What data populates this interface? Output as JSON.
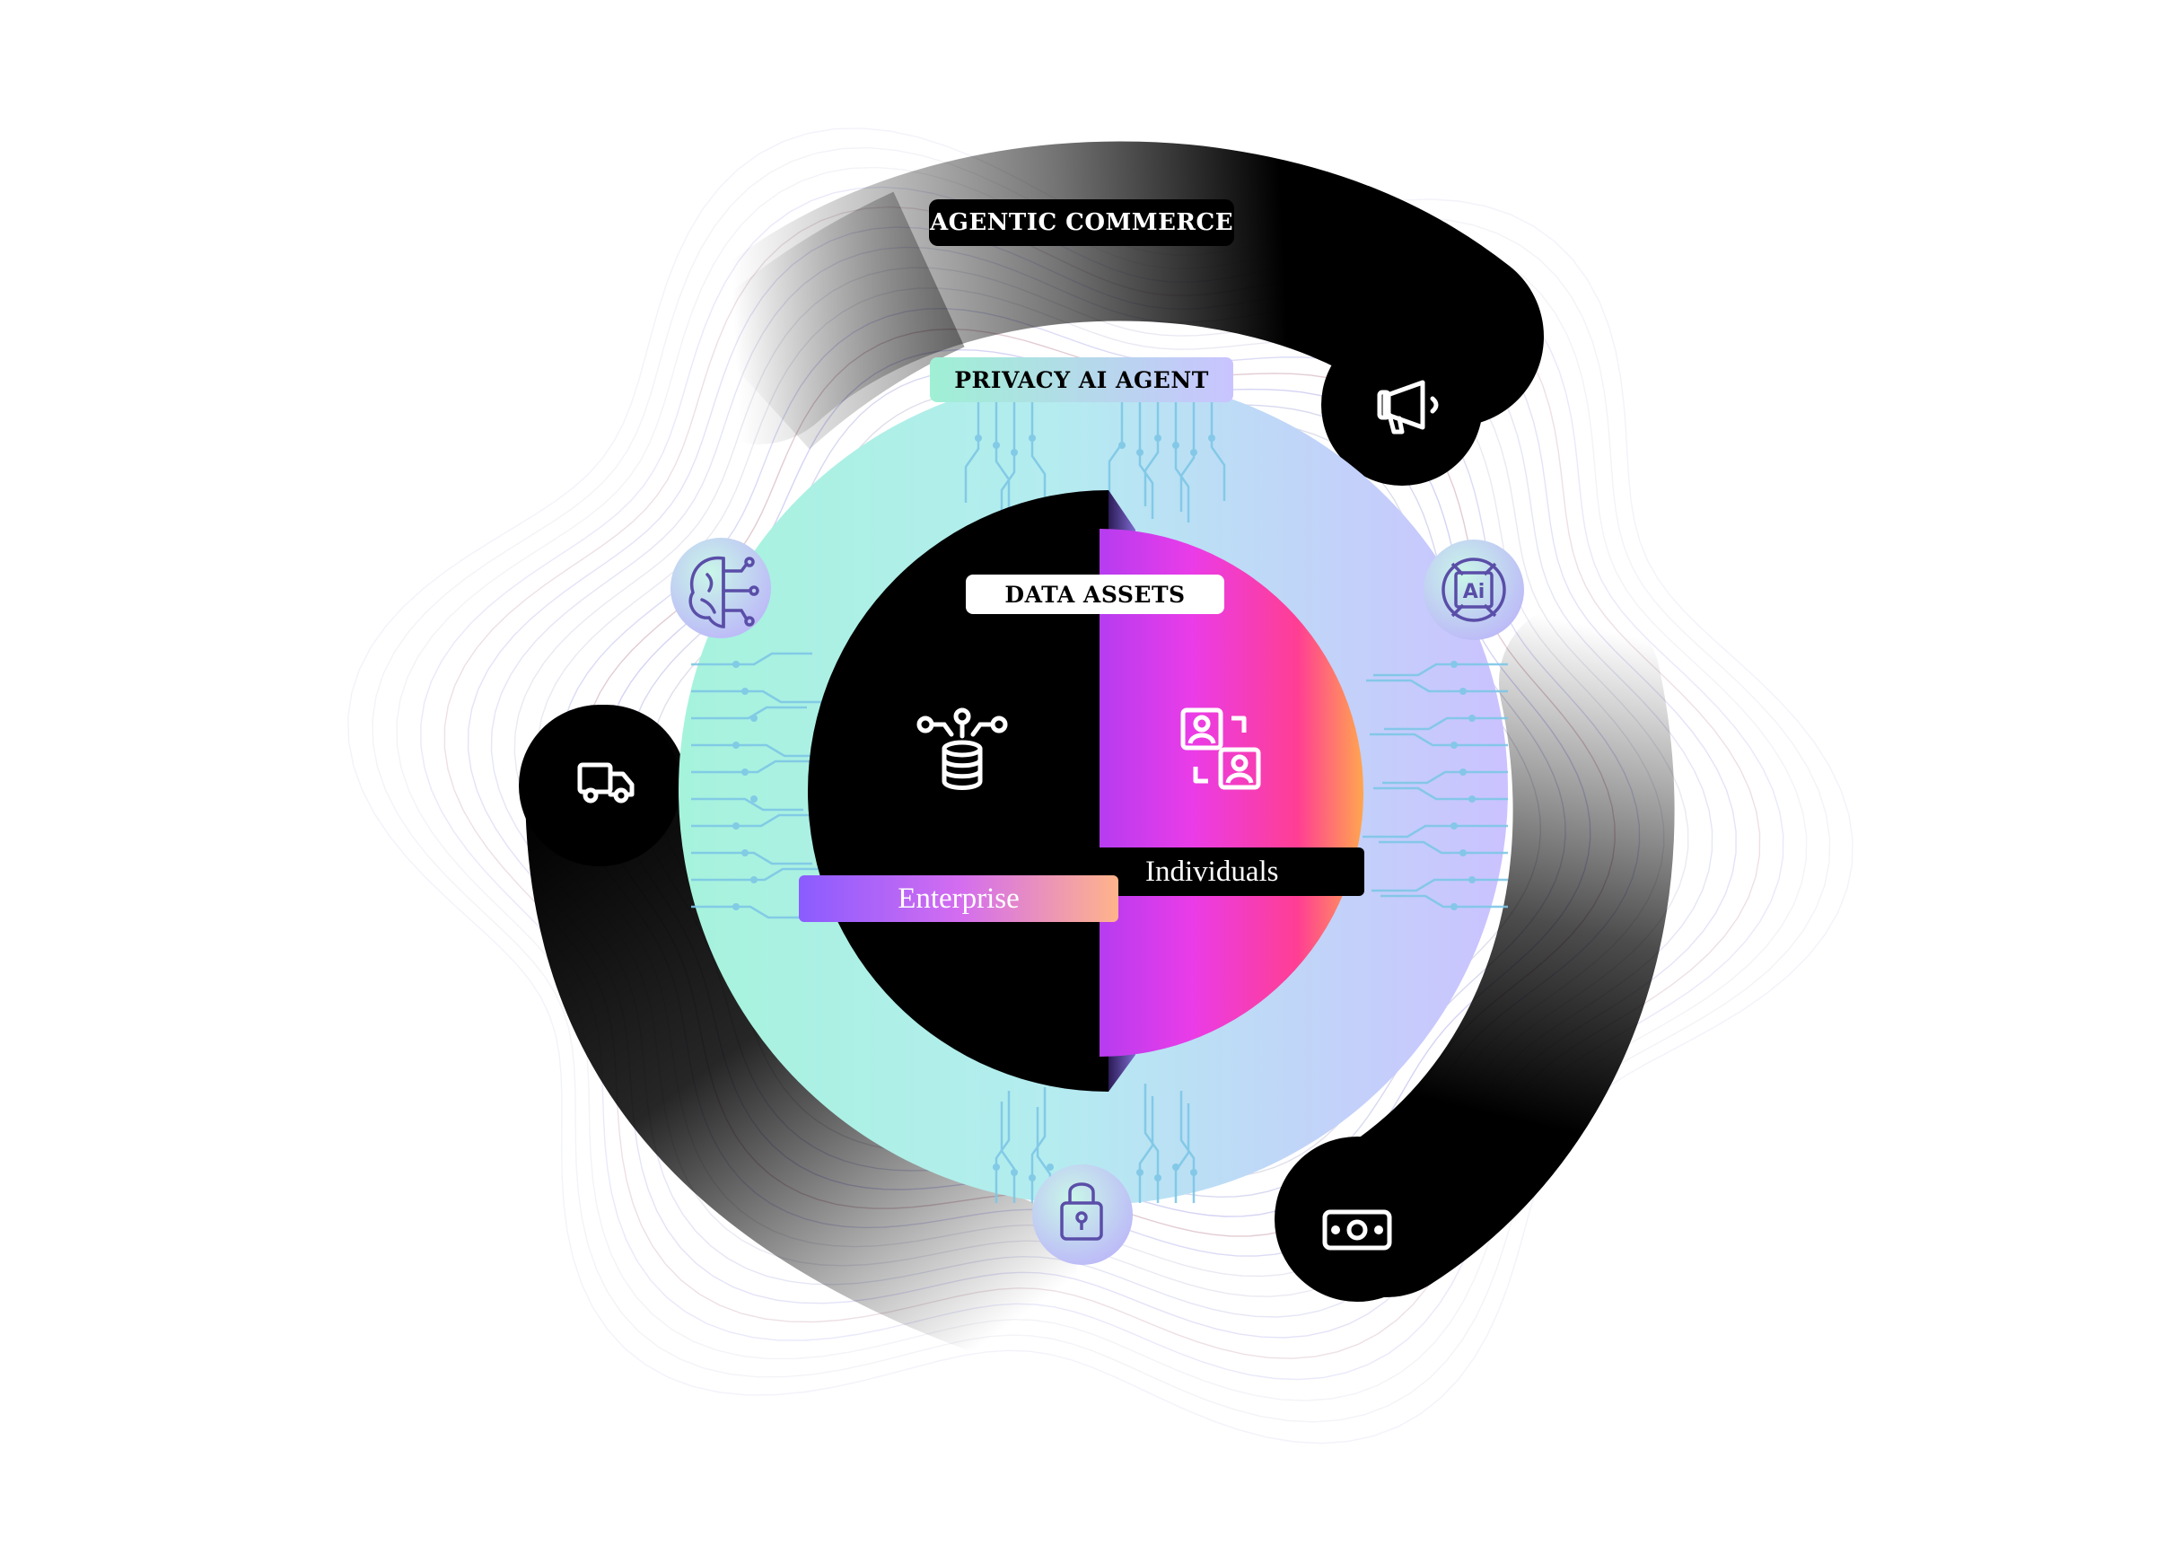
{
  "labels": {
    "outer": "AGENTIC COMMERCE",
    "ring": "PRIVACY AI AGENT",
    "core": "DATA ASSETS",
    "left_half": "Enterprise",
    "right_half": "Individuals"
  },
  "icons": {
    "outer_ring": [
      "megaphone-icon",
      "delivery-truck-icon",
      "money-bill-icon"
    ],
    "inner_ring": [
      "ai-brain-icon",
      "ai-chip-icon",
      "privacy-lock-icon"
    ],
    "core": [
      "database-network-icon",
      "user-profiles-icon"
    ]
  },
  "colors": {
    "mint": "#a6f3dc",
    "lavender": "#c7c3ff",
    "black": "#000000",
    "magenta": "#e23cf0",
    "pink": "#ff3f9a",
    "orange": "#ffa650",
    "violet": "#8a5cff",
    "circuit": "#7ec7e6"
  }
}
